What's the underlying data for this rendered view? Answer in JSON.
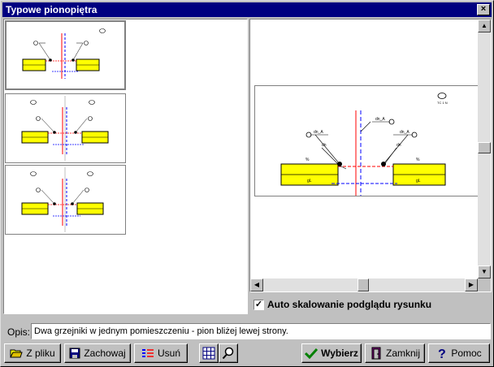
{
  "window": {
    "title": "Typowe pionopiętra",
    "close_glyph": "×"
  },
  "thumbnails": [
    {
      "id": "thumb-1",
      "selected": true
    },
    {
      "id": "thumb-2",
      "selected": false
    },
    {
      "id": "thumb-3",
      "selected": false
    }
  ],
  "preview": {
    "labels": {
      "dn_a_left": "dn_A",
      "dn_a_right": "dn_A",
      "dn_left": "dn",
      "dn_right": "dn",
      "pct_left": "%",
      "pct_right": "%",
      "g_left": "gL",
      "g_right": "gL",
      "corner": "TC 1 N"
    }
  },
  "auto_scale": {
    "checked": true,
    "label": "Auto skalowanie podglądu rysunku"
  },
  "opis": {
    "label": "Opis:",
    "value": "Dwa grzejniki w jednym pomieszczeniu - pion bliżej lewej strony."
  },
  "toolbar": {
    "from_file": "Z pliku",
    "save": "Zachowaj",
    "delete": "Usuń",
    "select": "Wybierz",
    "close": "Zamknij",
    "help": "Pomoc"
  },
  "colors": {
    "radiator": "#ffff00",
    "pipe_red": "#ff0000",
    "pipe_blue": "#0000ff",
    "title_bar": "#000080"
  }
}
